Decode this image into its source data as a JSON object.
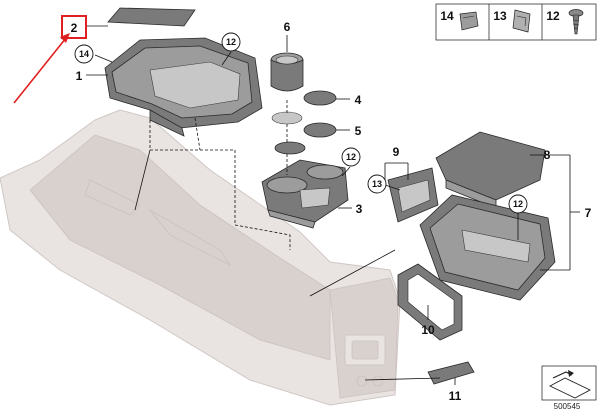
{
  "callouts": {
    "c1": "1",
    "c2": "2",
    "c3": "3",
    "c4": "4",
    "c5": "5",
    "c6": "6",
    "c7": "7",
    "c8": "8",
    "c9": "9",
    "c10": "10",
    "c11": "11",
    "c12a": "12",
    "c12b": "12",
    "c12c": "12",
    "c13": "13",
    "c14": "14"
  },
  "legend": {
    "item14": "14",
    "item13": "13",
    "item12": "12"
  },
  "catalog_number": "500545",
  "colors": {
    "highlight": "#e02020",
    "part_dark": "#7a7a7a",
    "console": "#e9e4e2"
  },
  "icons": {
    "legend14": "spring-clip-icon",
    "legend13": "metal-clip-icon",
    "legend12": "screw-icon",
    "corner": "assembly-arrow-icon"
  }
}
